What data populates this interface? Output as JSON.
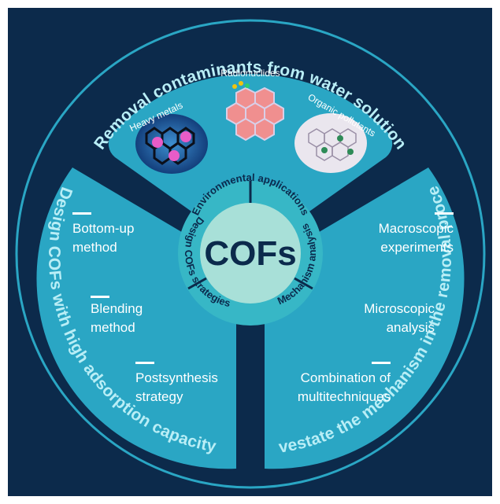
{
  "center": {
    "label": "COFs"
  },
  "outer_arcs": {
    "top": "Removal contaminants from water solution",
    "left": "Design COFs with high adsorption capacity",
    "right": "Investate the mechanism in the removal process"
  },
  "inner_ring": {
    "top": "Environmental applications",
    "left": "Design COFs strategies",
    "right": "Mechanism analysis"
  },
  "contaminants": [
    "Heavy metals",
    "Radionuclides",
    "Organic pollutants"
  ],
  "design_strategies": [
    {
      "line1": "Bottom-up",
      "line2": "method"
    },
    {
      "line1": "Blending",
      "line2": "method"
    },
    {
      "line1": "Postsynthesis",
      "line2": "strategy"
    }
  ],
  "mechanism_methods": [
    {
      "line1": "Macroscopic",
      "line2": "experiments"
    },
    {
      "line1": "Microscopic",
      "line2": "analysis"
    },
    {
      "line1": "Combination of",
      "line2": "multitechniques"
    }
  ],
  "colors": {
    "background": "#0c2a4b",
    "sector": "#2aa6c4",
    "inner_ring": "#37b7c6",
    "center": "#a8e0d8",
    "arc_text": "#b9eef6"
  }
}
